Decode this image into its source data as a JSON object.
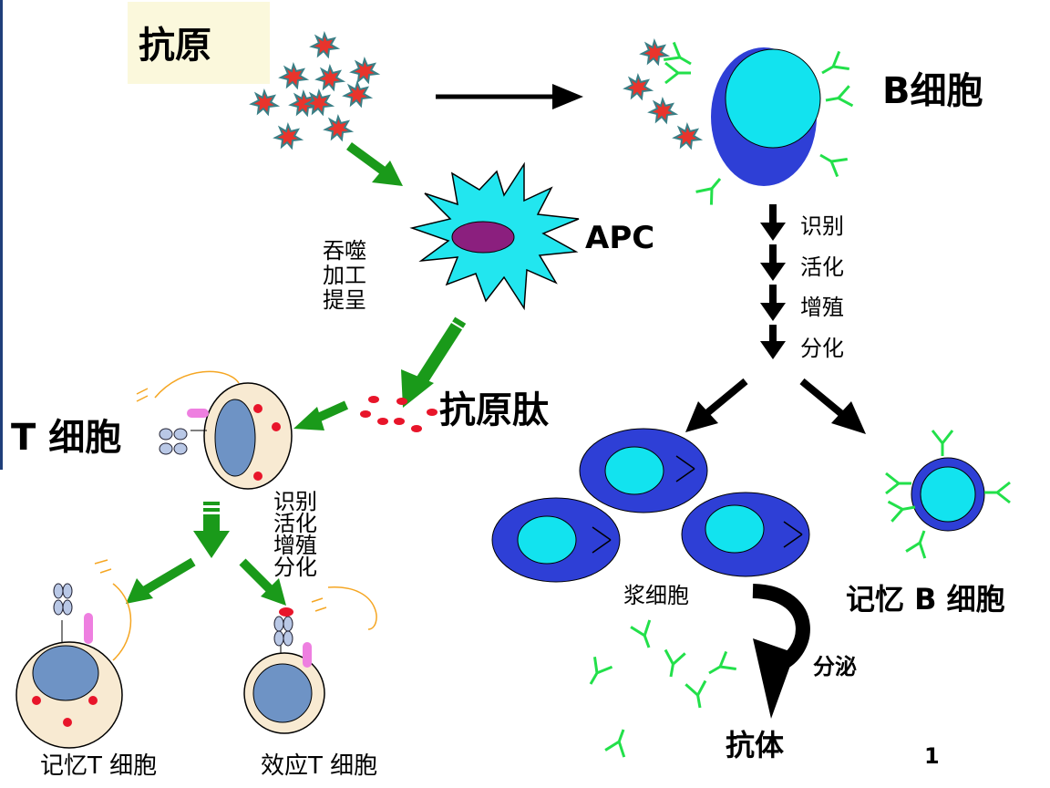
{
  "labels": {
    "antigen": "抗原",
    "b_cell": "B细胞",
    "apc": "APC",
    "apc_process": [
      "吞噬",
      "加工",
      "提呈"
    ],
    "antigen_peptide": "抗原肽",
    "t_cell": "T 细胞",
    "b_steps": [
      "识别",
      "活化",
      "增殖",
      "分化"
    ],
    "t_steps": [
      "识别",
      "活化",
      "增殖",
      "分化"
    ],
    "plasma_cell": "浆细胞",
    "memory_b_cell": "记忆 B 细胞",
    "memory_t_cell": "记忆T 细胞",
    "effector_t_cell": "效应T 细胞",
    "secrete": "分泌",
    "antibody": "抗体",
    "page_number": "1"
  },
  "colors": {
    "antigen_fill": "#e8342c",
    "antigen_core": "#3a7f86",
    "b_cell_outer": "#2e3fd6",
    "b_cell_inner": "#12e3ef",
    "antibody": "#22e04a",
    "apc_body": "#22e6ef",
    "apc_nucleus": "#8b1f7e",
    "green_arrow": "#1a9a1a",
    "t_cell_cytoplasm": "#f8ead2",
    "t_cell_nucleus": "#6e93c5",
    "red_dot": "#e8152a",
    "receptor_pink": "#ee7fe0",
    "accent_orange": "#f5a623"
  }
}
